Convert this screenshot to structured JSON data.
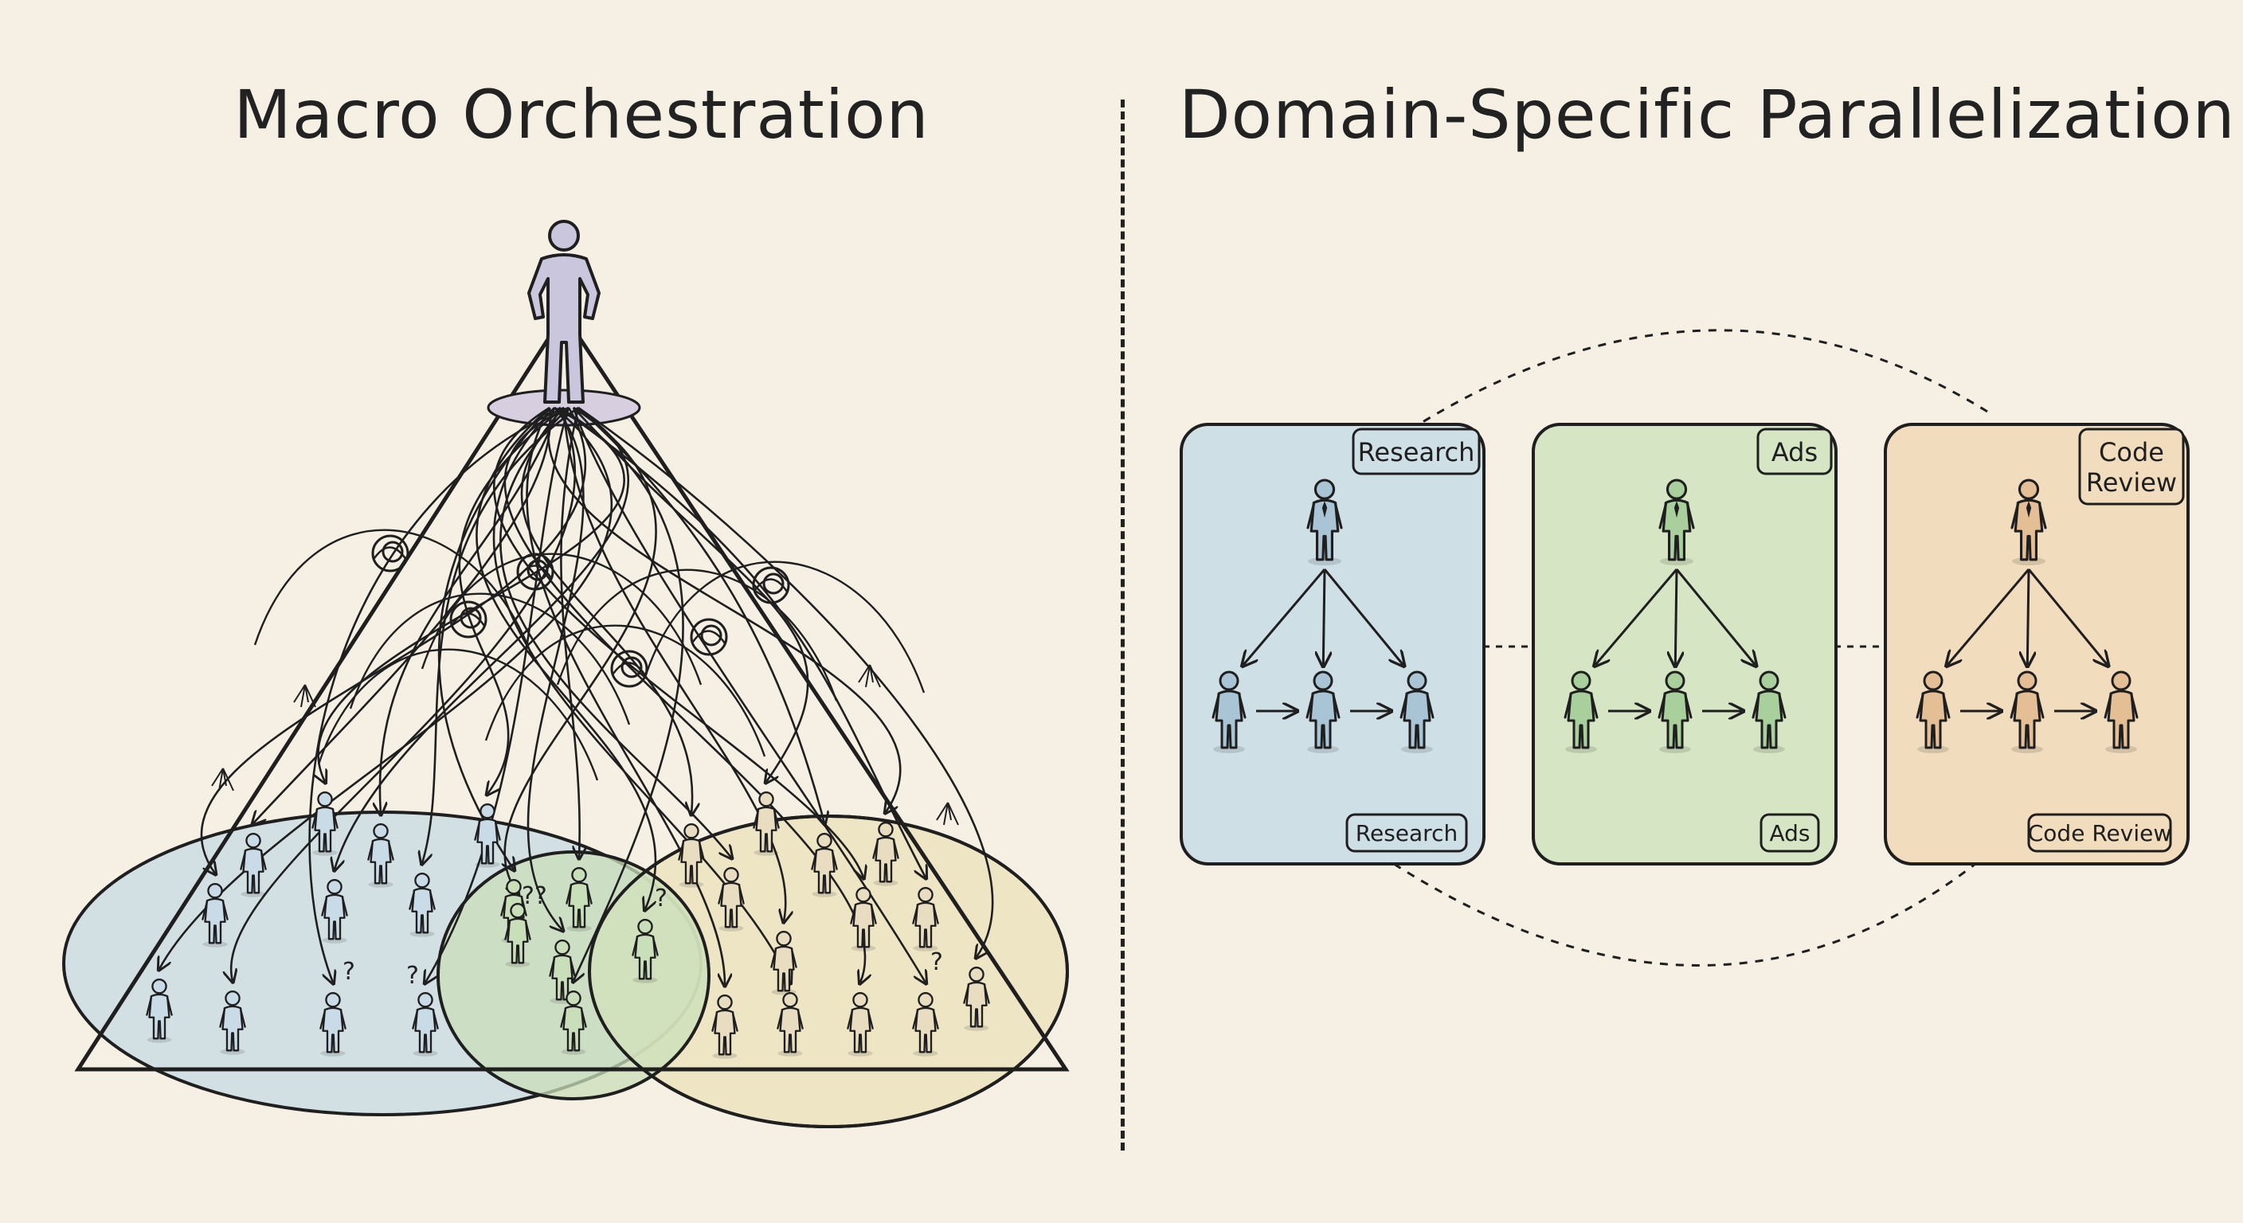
{
  "titles": {
    "left": "Macro Orchestration",
    "right": "Domain-Specific Parallelization"
  },
  "teams": [
    {
      "key": "research",
      "tag": "Research",
      "footer": "Research",
      "fill": "#cfdfe6",
      "chip": "#a9c4d4"
    },
    {
      "key": "ads",
      "tag": "Ads",
      "footer": "Ads",
      "fill": "#d6e6c4",
      "chip": "#a9cf9c"
    },
    {
      "key": "code-review",
      "tag_lines": [
        "Code",
        "Review"
      ],
      "footer": "Code Review",
      "fill": "#f1dcbd",
      "chip": "#e4be95"
    }
  ],
  "colors": {
    "background": "#f5f0e3",
    "ink": "#1f1f1f",
    "left_blue_zone": "#c6dbe4",
    "left_green_zone": "#c9dfb9",
    "left_yellow_zone": "#ece2bd",
    "orchestrator": "#c9c6dd"
  },
  "confusion_marks": [
    "??",
    "?",
    "?",
    "?",
    "?"
  ]
}
